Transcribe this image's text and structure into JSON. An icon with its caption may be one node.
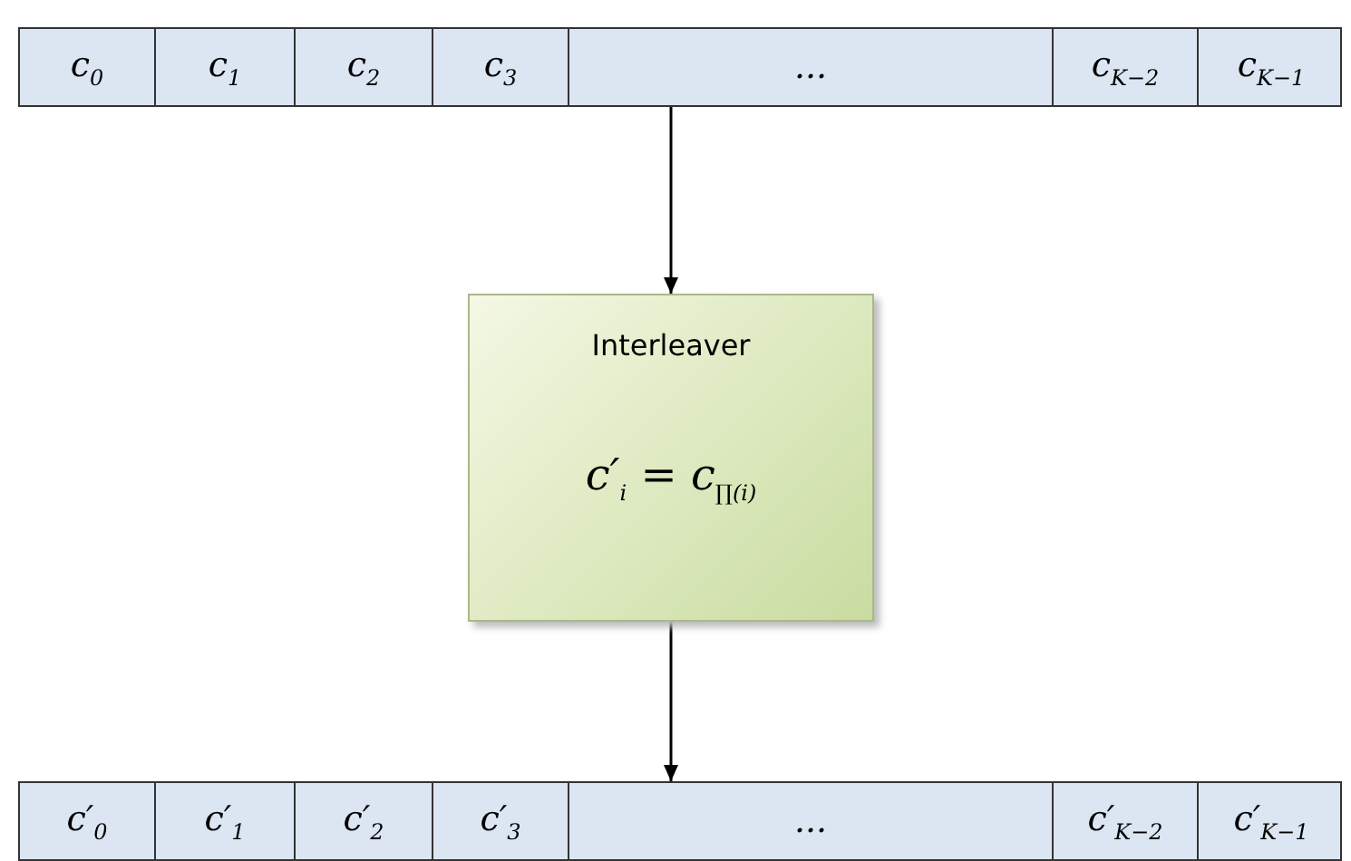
{
  "diagram": {
    "nodes": [
      {
        "text": [],
        "shape": "bar"
      },
      {
        "text": [
          "c$_{0}$"
        ],
        "in": 0
      },
      {
        "text": [
          "c$_{1}$"
        ],
        "in": 0
      },
      {
        "text": [
          "c$_{2}$"
        ],
        "in": 0
      },
      {
        "text": [
          "c$_{3}$"
        ],
        "in": 0
      },
      {
        "text": [
          "..."
        ],
        "in": 0
      },
      {
        "text": [
          "c$_{K−2}$"
        ],
        "in": 0
      },
      {
        "text": [
          "c$_{K−1}$"
        ],
        "in": 0
      },
      {
        "text": [
          "Interleaver",
          "c′$_{i}$ = c$_{∏(i)}$"
        ]
      },
      {
        "text": [],
        "shape": "bar"
      },
      {
        "text": [
          "c′$_{0}$"
        ],
        "in": 9
      },
      {
        "text": [
          "c′$_{1}$"
        ],
        "in": 9
      },
      {
        "text": [
          "c′$_{2}$"
        ],
        "in": 9
      },
      {
        "text": [
          "c′$_{3}$"
        ],
        "in": 9
      },
      {
        "text": [
          "..."
        ],
        "in": 9
      },
      {
        "text": [
          "c′$_{K−2}$"
        ],
        "in": 9
      },
      {
        "text": [
          "c′$_{K−1}$"
        ],
        "in": 9
      }
    ],
    "edges": [
      {
        "from": 0,
        "to": 8,
        "arrow": "to"
      },
      {
        "from": 8,
        "to": 9,
        "arrow": "to"
      }
    ]
  }
}
